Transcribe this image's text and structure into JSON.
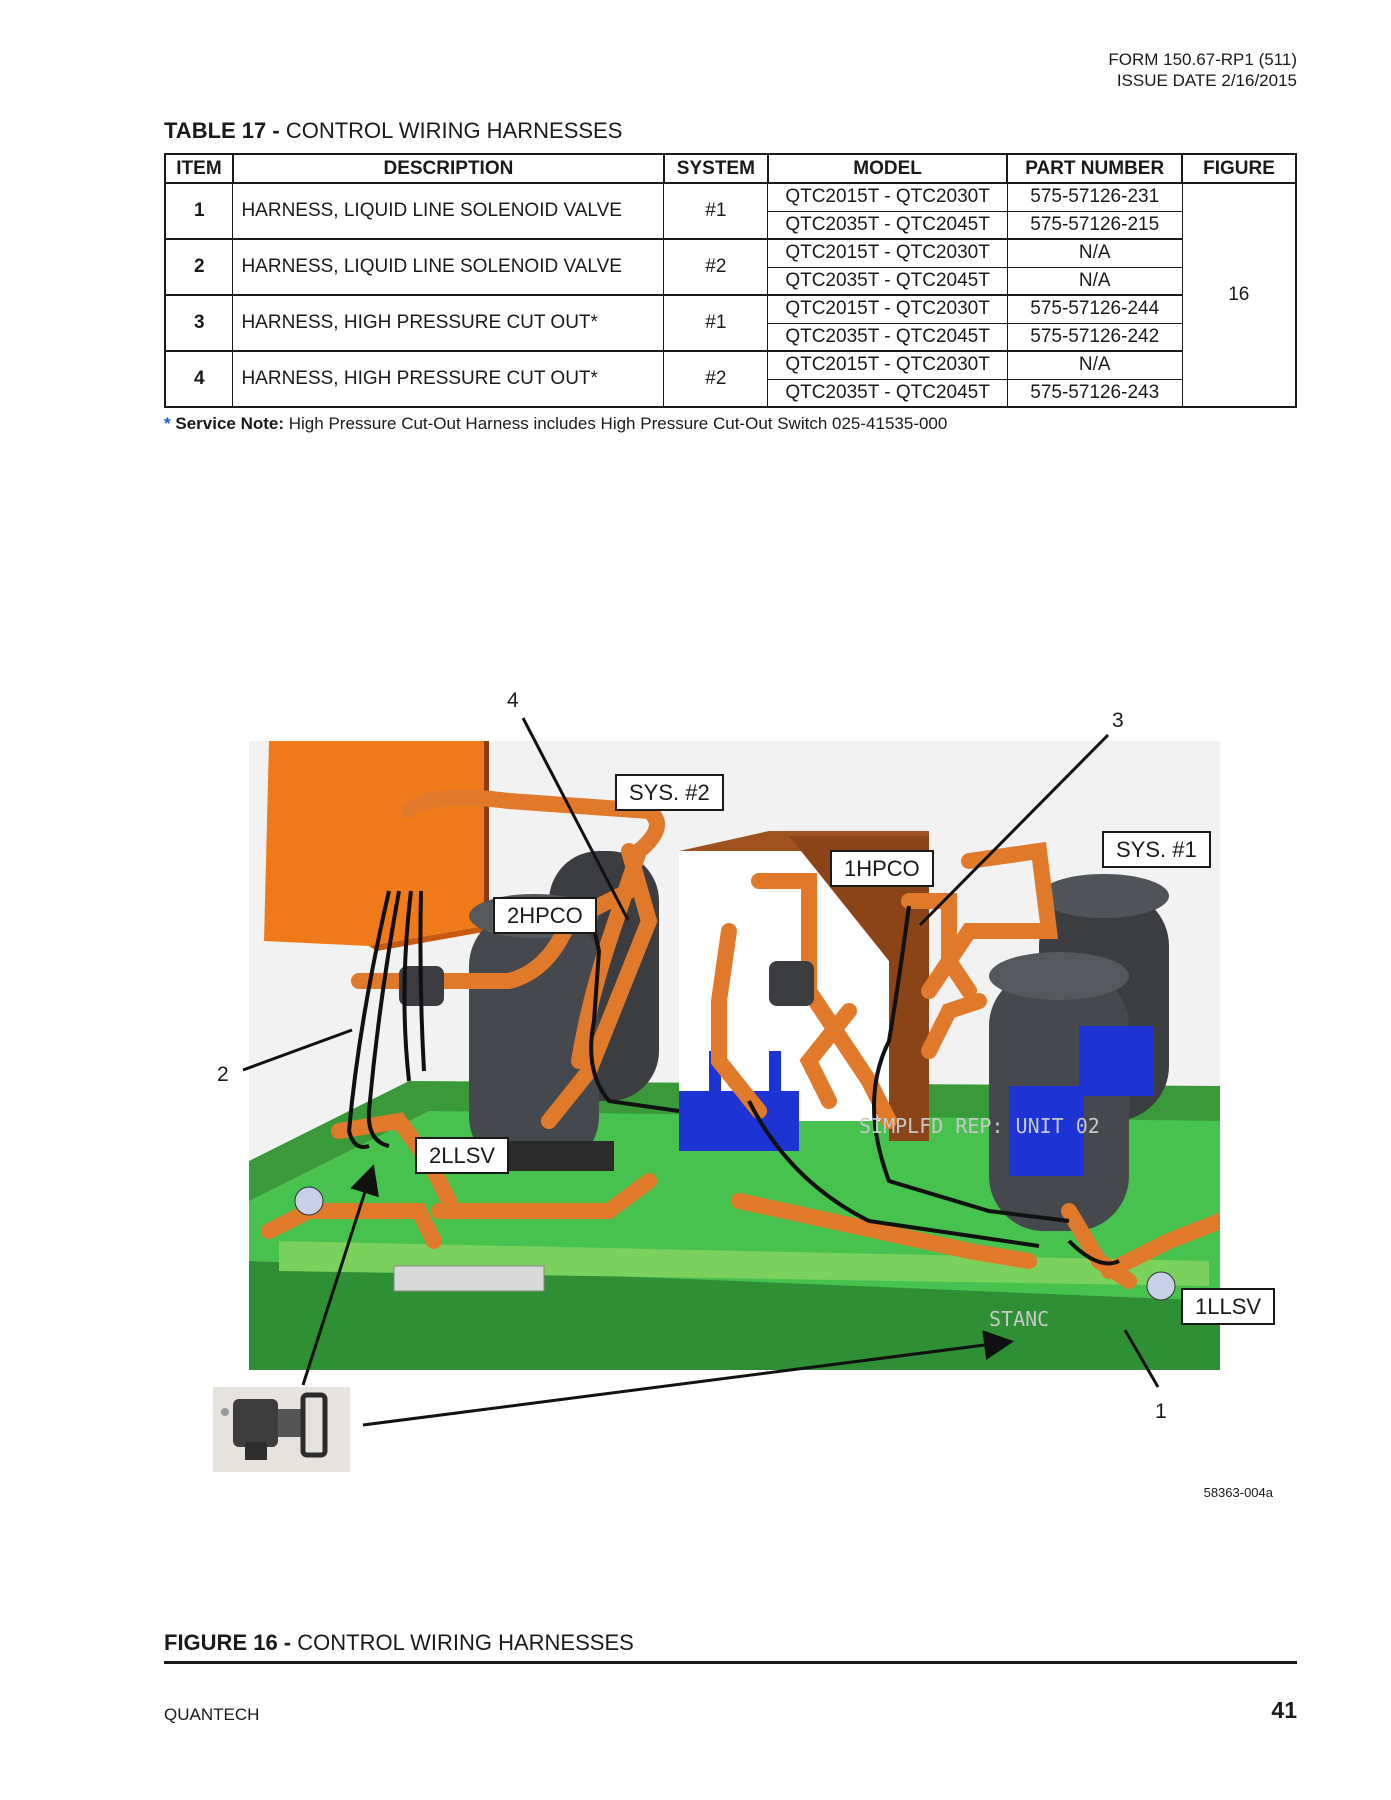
{
  "header": {
    "form": "FORM 150.67-RP1 (511)",
    "issue": "ISSUE DATE 2/16/2015"
  },
  "table": {
    "title_bold": "TABLE 17 -",
    "title_text": " CONTROL WIRING HARNESSES",
    "columns": [
      "ITEM",
      "DESCRIPTION",
      "SYSTEM",
      "MODEL",
      "PART NUMBER",
      "FIGURE"
    ],
    "rows": [
      {
        "item": "1",
        "description": "HARNESS, LIQUID LINE SOLENOID VALVE",
        "system": "#1",
        "sub": [
          {
            "model": "QTC2015T - QTC2030T",
            "part": "575-57126-231"
          },
          {
            "model": "QTC2035T - QTC2045T",
            "part": "575-57126-215"
          }
        ]
      },
      {
        "item": "2",
        "description": "HARNESS, LIQUID LINE SOLENOID VALVE",
        "system": "#2",
        "sub": [
          {
            "model": "QTC2015T - QTC2030T",
            "part": "N/A"
          },
          {
            "model": "QTC2035T - QTC2045T",
            "part": "N/A"
          }
        ]
      },
      {
        "item": "3",
        "description": "HARNESS, HIGH PRESSURE CUT OUT*",
        "system": "#1",
        "sub": [
          {
            "model": "QTC2015T - QTC2030T",
            "part": "575-57126-244"
          },
          {
            "model": "QTC2035T - QTC2045T",
            "part": "575-57126-242"
          }
        ]
      },
      {
        "item": "4",
        "description": "HARNESS, HIGH PRESSURE CUT OUT*",
        "system": "#2",
        "sub": [
          {
            "model": "QTC2015T - QTC2030T",
            "part": "N/A"
          },
          {
            "model": "QTC2035T - QTC2045T",
            "part": "575-57126-243"
          }
        ]
      }
    ],
    "figure": "16"
  },
  "note": {
    "star": "*",
    "label": "Service Note:",
    "text": " High Pressure Cut-Out Harness includes High Pressure Cut-Out Switch 025-41535-000"
  },
  "figure": {
    "callouts": {
      "sys2": "SYS. #2",
      "sys1": "SYS. #1",
      "hpco1": "1HPCO",
      "hpco2": "2HPCO",
      "llsv2": "2LLSV",
      "llsv1": "1LLSV"
    },
    "numbers": {
      "n1": "1",
      "n2": "2",
      "n3": "3",
      "n4": "4"
    },
    "watermark1": "SIMPLFD REP: UNIT 02",
    "watermark2": "STANC",
    "id": "58363-004a",
    "caption_bold": "FIGURE 16 -",
    "caption_text": " CONTROL WIRING HARNESSES"
  },
  "footer": {
    "brand": "QUANTECH",
    "page": "41"
  },
  "colors": {
    "copper": "#e07a2a",
    "compressor": "#3b3d41",
    "base_green": "#3fb84a",
    "cabinet_orange": "#f07a1a",
    "blue_box": "#1d33d4"
  }
}
